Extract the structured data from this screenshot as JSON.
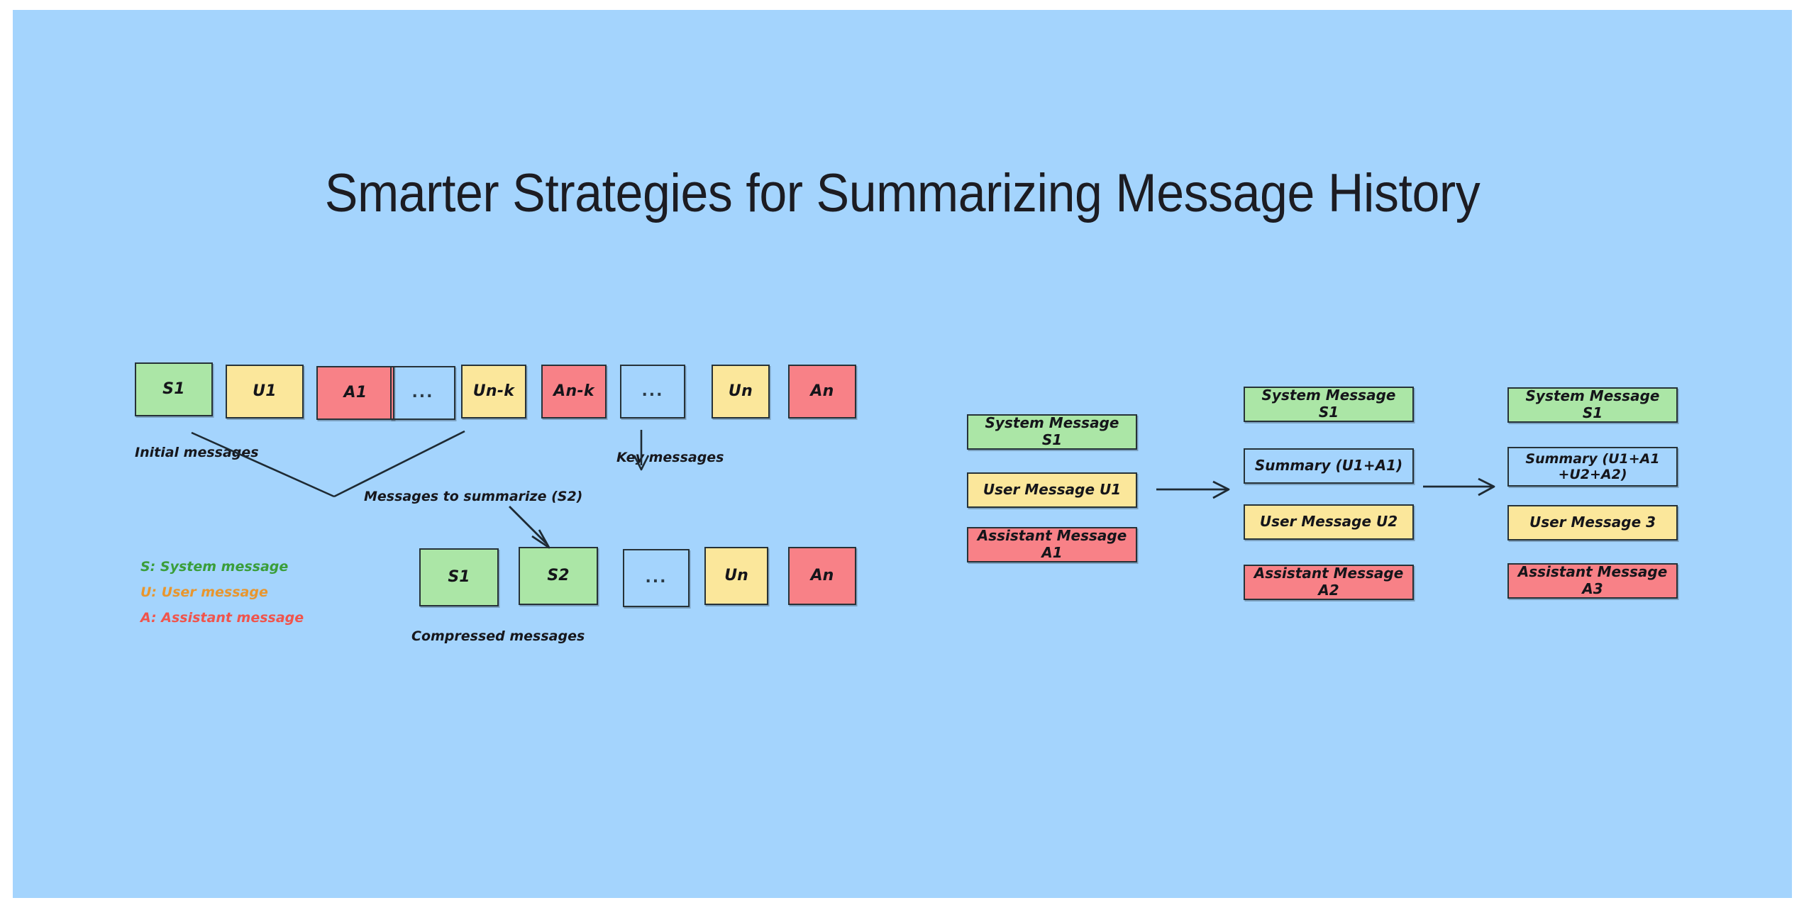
{
  "title": "Smarter Strategies for Summarizing Message History",
  "colors": {
    "background": "#a4d4fd",
    "system_green": "#abe6a6",
    "user_yellow": "#fbe79b",
    "assistant_red": "#f88187",
    "stroke": "#263238",
    "legend_system": "#3a9e3a",
    "legend_user": "#e8962e",
    "legend_assistant": "#f0544c"
  },
  "left_diagram": {
    "initial_row": {
      "label": "Initial messages",
      "tokens": [
        {
          "text": "S1",
          "role": "system"
        },
        {
          "text": "U1",
          "role": "user"
        },
        {
          "text": "A1",
          "role": "assistant"
        },
        {
          "text": "...",
          "role": "ellipsis"
        },
        {
          "text": "Un-k",
          "role": "user"
        },
        {
          "text": "An-k",
          "role": "assistant"
        },
        {
          "text": "...",
          "role": "ellipsis"
        },
        {
          "text": "Un",
          "role": "user"
        },
        {
          "text": "An",
          "role": "assistant"
        }
      ]
    },
    "annotations": {
      "summarize_bracket": "Messages to summarize (S2)",
      "key_messages": "Key messages"
    },
    "compressed_row": {
      "label": "Compressed messages",
      "tokens": [
        {
          "text": "S1",
          "role": "system"
        },
        {
          "text": "S2",
          "role": "system"
        },
        {
          "text": "...",
          "role": "ellipsis"
        },
        {
          "text": "Un",
          "role": "user"
        },
        {
          "text": "An",
          "role": "assistant"
        }
      ]
    },
    "legend": [
      {
        "text": "S: System message",
        "color": "#3a9e3a"
      },
      {
        "text": "U: User message",
        "color": "#e8962e"
      },
      {
        "text": "A: Assistant message",
        "color": "#f0544c"
      }
    ]
  },
  "right_flow": {
    "columns": [
      {
        "name": "step-1",
        "boxes": [
          {
            "text": "System Message S1",
            "role": "system"
          },
          {
            "text": "User Message U1",
            "role": "user"
          },
          {
            "text": "Assistant Message A1",
            "role": "assistant"
          }
        ]
      },
      {
        "name": "step-2",
        "boxes": [
          {
            "text": "System Message S1",
            "role": "system"
          },
          {
            "text": "Summary (U1+A1)",
            "role": "summary"
          },
          {
            "text": "User Message U2",
            "role": "user"
          },
          {
            "text": "Assistant Message A2",
            "role": "assistant"
          }
        ]
      },
      {
        "name": "step-3",
        "boxes": [
          {
            "text": "System Message S1",
            "role": "system"
          },
          {
            "text": "Summary (U1+A1\n+U2+A2)",
            "role": "summary"
          },
          {
            "text": "User Message 3",
            "role": "user"
          },
          {
            "text": "Assistant Message A3",
            "role": "assistant"
          }
        ]
      }
    ],
    "arrows": [
      "arrow-step1-to-step2",
      "arrow-step2-to-step3"
    ]
  }
}
